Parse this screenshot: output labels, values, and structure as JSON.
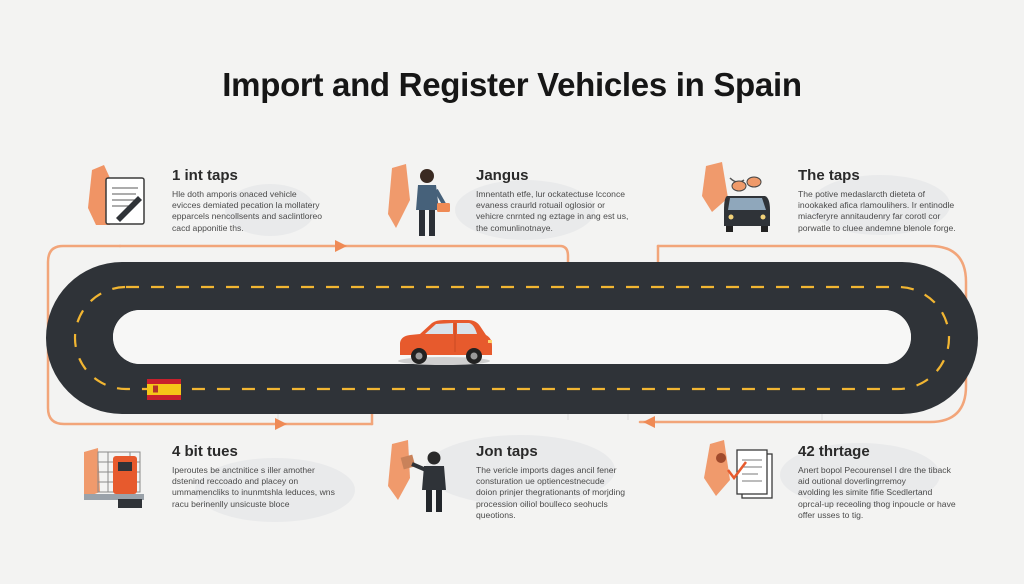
{
  "title": "Import and Register Vehicles in Spain",
  "colors": {
    "accent": "#ef8a55",
    "road": "#2f3338",
    "lane": "#f2b632",
    "car": "#e75a2d"
  },
  "steps": [
    {
      "heading": "1 int taps",
      "body": "Hle doth amporis onaced vehicle\nevicces demiated pecation la mollatery\nepparcels nencollsents and saclintloreo\ncacd apponitie ths.",
      "icon": "document-pen-icon"
    },
    {
      "heading": "Jangus",
      "body": "Imnentath etfe, lur ockatectuse lcconce\nevaness craurld rotuail oglosior or\nvehicre cnrnted ng eztage in ang est us,\nthe comunlinotnaye.",
      "icon": "person-with-bag-icon"
    },
    {
      "heading": "The taps",
      "body": "The potive medaslarcth dieteta of\ninookaked afica rlamoulihers. Ir entinodle\nmiacferyre annitaudenry far corotl cor\nporwatle to cluee andemne blenole forge.",
      "icon": "car-with-glasses-icon"
    },
    {
      "heading": "4 bit tues",
      "body": "Iperoutes be anctnitice s iller amother\ndstenind reccoado and placey on\nummamencliks to inunmtshla leduces, wns\nracu berinenlly unsicuste bloce",
      "icon": "fuel-station-icon"
    },
    {
      "heading": "Jon taps",
      "body": "The vericle imports dages ancil fener\nconsturation ue optiencestnecude\ndoion prinjer thegrationants of morjding\nprocession oiliol boulleco seohucls\nqueotions.",
      "icon": "person-with-document-icon"
    },
    {
      "heading": "42 thrtage",
      "body": "Anert bopol Pecourensel I dre the tiback\naid outional doverlingrremoy\navolding les simite fifie Scedlertand\noprcal-up receoling thog inpoucle or have\noffer usses to tig.",
      "icon": "checklist-icon"
    }
  ]
}
